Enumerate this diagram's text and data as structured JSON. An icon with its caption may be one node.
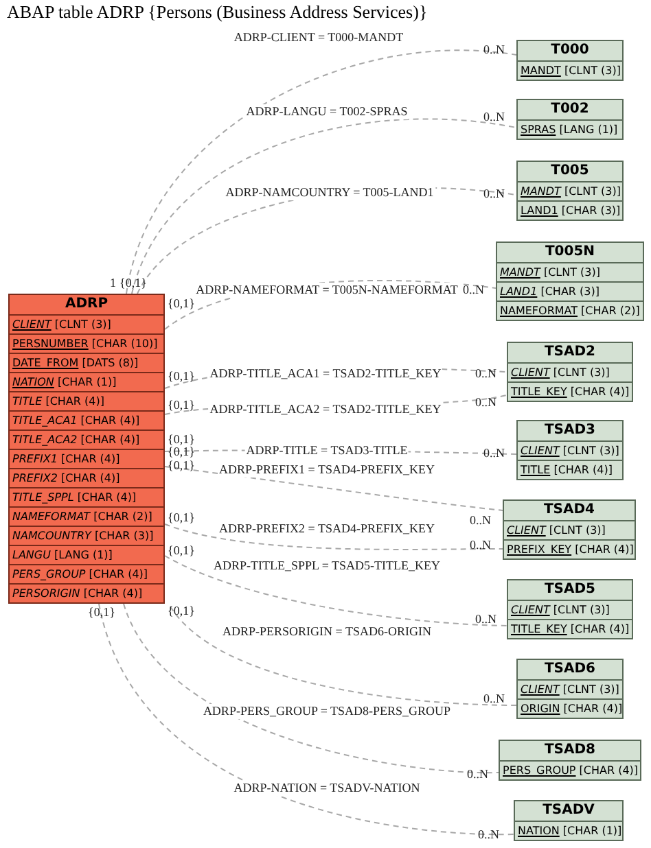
{
  "diagram": {
    "title": "ABAP table ADRP {Persons (Business Address Services)}",
    "nodes": [
      {
        "text": [
          "ADRP"
        ],
        "beside": [
          "1",
          "{0,1}",
          "{0,1}",
          "{0,1}",
          "{0,1}",
          "{0,1}",
          "{0,1}",
          "{0,1}",
          "{0,1}",
          "{0,1}",
          "{0,1}",
          "{0,1}"
        ]
      },
      {
        "text": [
          "*CLIENT* [CLNT (3)]"
        ],
        "in": 0
      },
      {
        "text": [
          "PERSNUMBER [CHAR (10)]"
        ],
        "in": 0
      },
      {
        "text": [
          "DATE_FROM [DATS (8)]"
        ],
        "in": 0
      },
      {
        "text": [
          "*NATION* [CHAR (1)]"
        ],
        "in": 0
      },
      {
        "text": [
          "*TITLE* [CHAR (4)]"
        ],
        "in": 0
      },
      {
        "text": [
          "*TITLE_ACA1* [CHAR (4)]"
        ],
        "in": 0
      },
      {
        "text": [
          "*TITLE_ACA2* [CHAR (4)]"
        ],
        "in": 0
      },
      {
        "text": [
          "*PREFIX1* [CHAR (4)]"
        ],
        "in": 0
      },
      {
        "text": [
          "*PREFIX2* [CHAR (4)]"
        ],
        "in": 0
      },
      {
        "text": [
          "*TITLE_SPPL* [CHAR (4)]"
        ],
        "in": 0
      },
      {
        "text": [
          "*NAMEFORMAT* [CHAR (2)]"
        ],
        "in": 0
      },
      {
        "text": [
          "*NAMCOUNTRY* [CHAR (3)]"
        ],
        "in": 0
      },
      {
        "text": [
          "*LANGU* [LANG (1)]"
        ],
        "in": 0
      },
      {
        "text": [
          "*PERS_GROUP* [CHAR (4)]"
        ],
        "in": 0
      },
      {
        "text": [
          "*PERSORIGIN* [CHAR (4)]"
        ],
        "in": 0
      },
      {
        "text": [
          "T000"
        ],
        "beside": [
          "0..N"
        ]
      },
      {
        "text": [
          "MANDT [CLNT (3)]"
        ],
        "in": 16
      },
      {
        "text": [
          "T002"
        ],
        "beside": [
          "0..N"
        ]
      },
      {
        "text": [
          "SPRAS [LANG (1)]"
        ],
        "in": 18
      },
      {
        "text": [
          "T005"
        ],
        "beside": [
          "0..N"
        ]
      },
      {
        "text": [
          "*MANDT* [CLNT (3)]"
        ],
        "in": 20
      },
      {
        "text": [
          "LAND1 [CHAR (3)]"
        ],
        "in": 20
      },
      {
        "text": [
          "T005N"
        ],
        "beside": [
          "0..N"
        ]
      },
      {
        "text": [
          "*MANDT* [CLNT (3)]"
        ],
        "in": 23
      },
      {
        "text": [
          "*LAND1* [CHAR (3)]"
        ],
        "in": 23
      },
      {
        "text": [
          "NAMEFORMAT [CHAR (2)]"
        ],
        "in": 23
      },
      {
        "text": [
          "TSAD2"
        ],
        "beside": [
          "0..N",
          "0..N"
        ]
      },
      {
        "text": [
          "*CLIENT* [CLNT (3)]"
        ],
        "in": 27
      },
      {
        "text": [
          "TITLE_KEY [CHAR (4)]"
        ],
        "in": 27
      },
      {
        "text": [
          "TSAD3"
        ],
        "beside": [
          "0..N"
        ]
      },
      {
        "text": [
          "*CLIENT* [CLNT (3)]"
        ],
        "in": 30
      },
      {
        "text": [
          "TITLE [CHAR (4)]"
        ],
        "in": 30
      },
      {
        "text": [
          "TSAD4"
        ],
        "beside": [
          "0..N",
          "0..N"
        ]
      },
      {
        "text": [
          "*CLIENT* [CLNT (3)]"
        ],
        "in": 33
      },
      {
        "text": [
          "PREFIX_KEY [CHAR (4)]"
        ],
        "in": 33
      },
      {
        "text": [
          "TSAD5"
        ],
        "beside": [
          "0..N"
        ]
      },
      {
        "text": [
          "*CLIENT* [CLNT (3)]"
        ],
        "in": 36
      },
      {
        "text": [
          "TITLE_KEY [CHAR (4)]"
        ],
        "in": 36
      },
      {
        "text": [
          "TSAD6"
        ],
        "beside": [
          "0..N"
        ]
      },
      {
        "text": [
          "*CLIENT* [CLNT (3)]"
        ],
        "in": 39
      },
      {
        "text": [
          "ORIGIN [CHAR (4)]"
        ],
        "in": 39
      },
      {
        "text": [
          "TSAD8"
        ],
        "beside": [
          "0..N"
        ]
      },
      {
        "text": [
          "PERS_GROUP [CHAR (4)]"
        ],
        "in": 42
      },
      {
        "text": [
          "TSADV"
        ],
        "beside": [
          "0..N"
        ]
      },
      {
        "text": [
          "NATION [CHAR (1)]"
        ],
        "in": 44
      }
    ],
    "edges": [
      {
        "from": 0,
        "to": 16,
        "arrow": "none",
        "style": "dashed",
        "label": "ADRP-CLIENT = T000-MANDT"
      },
      {
        "from": 0,
        "to": 18,
        "arrow": "none",
        "style": "dashed",
        "label": "ADRP-LANGU = T002-SPRAS"
      },
      {
        "from": 0,
        "to": 20,
        "arrow": "none",
        "style": "dashed",
        "label": "ADRP-NAMCOUNTRY = T005-LAND1"
      },
      {
        "from": 0,
        "to": 23,
        "arrow": "none",
        "style": "dashed",
        "label": "ADRP-NAMEFORMAT = T005N-NAMEFORMAT"
      },
      {
        "from": 0,
        "to": 27,
        "arrow": "none",
        "style": "dashed",
        "label": "ADRP-TITLE_ACA1 = TSAD2-TITLE_KEY"
      },
      {
        "from": 0,
        "to": 27,
        "arrow": "none",
        "style": "dashed",
        "label": "ADRP-TITLE_ACA2 = TSAD2-TITLE_KEY"
      },
      {
        "from": 0,
        "to": 30,
        "arrow": "none",
        "style": "dashed",
        "label": "ADRP-TITLE = TSAD3-TITLE"
      },
      {
        "from": 0,
        "to": 33,
        "arrow": "none",
        "style": "dashed",
        "label": "ADRP-PREFIX1 = TSAD4-PREFIX_KEY"
      },
      {
        "from": 0,
        "to": 33,
        "arrow": "none",
        "style": "dashed",
        "label": "ADRP-PREFIX2 = TSAD4-PREFIX_KEY"
      },
      {
        "from": 0,
        "to": 36,
        "arrow": "none",
        "style": "dashed",
        "label": "ADRP-TITLE_SPPL = TSAD5-TITLE_KEY"
      },
      {
        "from": 0,
        "to": 39,
        "arrow": "none",
        "style": "dashed",
        "label": "ADRP-PERSORIGIN = TSAD6-ORIGIN"
      },
      {
        "from": 0,
        "to": 42,
        "arrow": "none",
        "style": "dashed",
        "label": "ADRP-PERS_GROUP = TSAD8-PERS_GROUP"
      },
      {
        "from": 0,
        "to": 44,
        "arrow": "none",
        "style": "dashed",
        "label": "ADRP-NATION = TSADV-NATION"
      }
    ]
  }
}
